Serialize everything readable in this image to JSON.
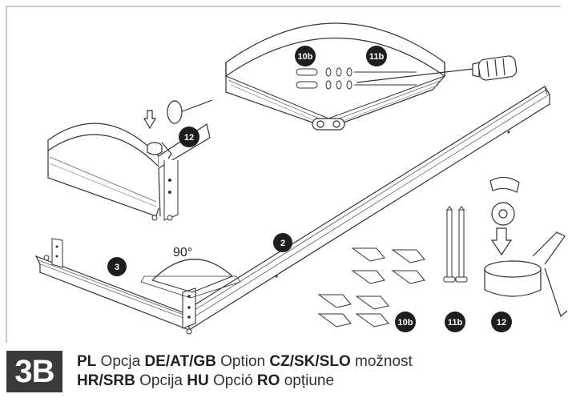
{
  "step": {
    "number": "3B"
  },
  "badges": {
    "rail_3": "3",
    "rail_2": "2",
    "clip_12_left": "12",
    "screw_10b": "10b",
    "screw_11b": "11b",
    "parts_10b": "10b",
    "parts_11b": "11b",
    "parts_12": "12"
  },
  "angle_label": "90°",
  "caption": {
    "line1": [
      {
        "code": "PL",
        "word": " Opcja "
      },
      {
        "code": "DE/AT/GB",
        "word": " Option "
      },
      {
        "code": "CZ/SK/SLO",
        "word": " možnost"
      }
    ],
    "line2": [
      {
        "code": "HR/SRB",
        "word": " Opcija "
      },
      {
        "code": "HU",
        "word": " Opció "
      },
      {
        "code": "RO",
        "word": " opțiune"
      }
    ]
  },
  "colors": {
    "badge": "#1e1e1e",
    "step_box": "#3a3a3a",
    "line": "#2a2a2a",
    "frame": "#888888"
  },
  "icons": [
    "hammer-icon",
    "screwdriver-icon",
    "arrow-down-icon"
  ]
}
